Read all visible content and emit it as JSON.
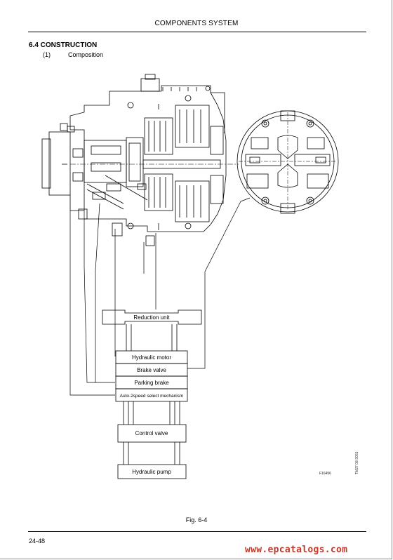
{
  "header": {
    "title": "COMPONENTS SYSTEM"
  },
  "section": {
    "heading": "6.4 CONSTRUCTION",
    "item_number": "(1)",
    "item_label": "Composition"
  },
  "diagram": {
    "boxes": {
      "reduction_unit": "Reduction unit",
      "hydraulic_motor": "Hydraulic motor",
      "brake_valve": "Brake valve",
      "parking_brake": "Parking brake",
      "auto_2speed": "Auto-2speed select mechanism",
      "control_valve": "Control valve",
      "hydraulic_pump": "Hydraulic pump"
    },
    "drawing_code": "F16456",
    "side_code": "TM27 08-3051"
  },
  "figure": {
    "caption": "Fig. 6-4"
  },
  "footer": {
    "page_number": "24-48",
    "watermark": "www.epcatalogs.com"
  }
}
